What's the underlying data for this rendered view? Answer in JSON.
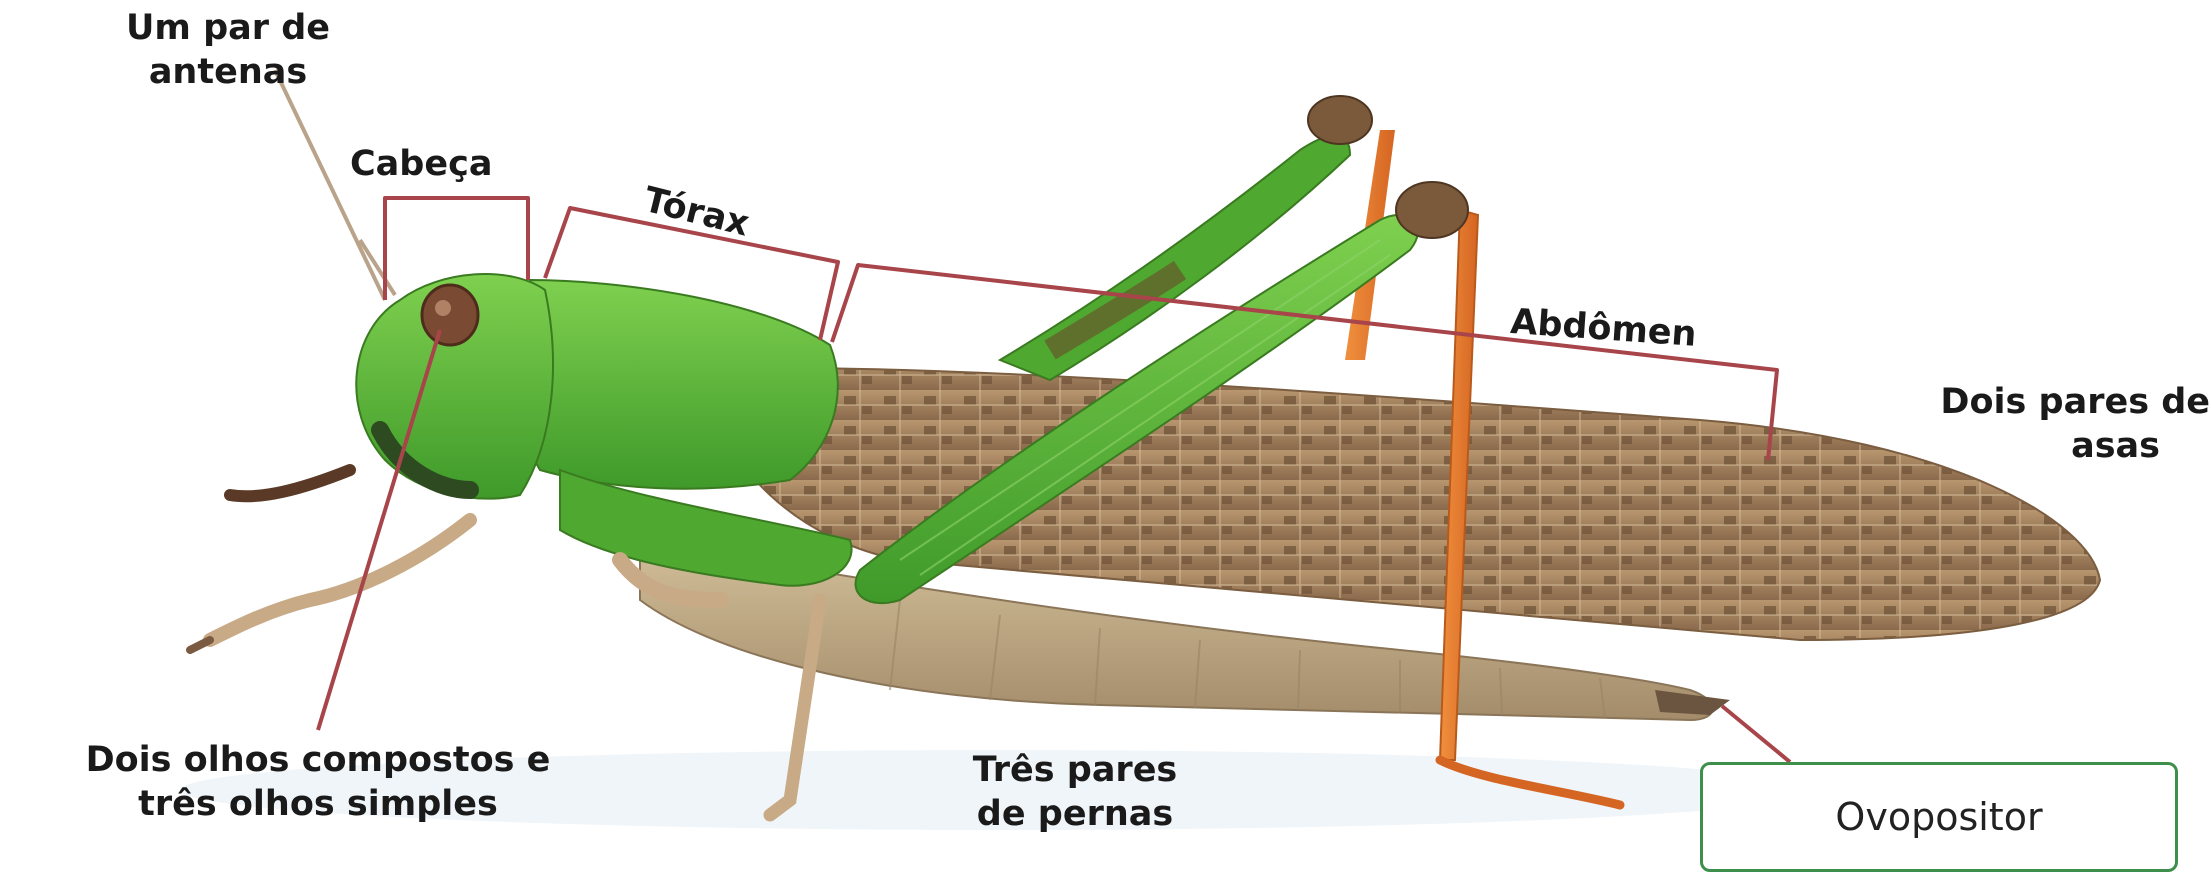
{
  "labels": {
    "antenas": [
      "Um par de",
      "antenas"
    ],
    "cabeca": "Cabeça",
    "torax": "Tórax",
    "abdomen": "Abdômen",
    "asas": [
      "Dois pares de",
      "asas"
    ],
    "olhos": [
      "Dois olhos compostos e",
      "três olhos simples"
    ],
    "pernas": [
      "Três pares",
      "de pernas"
    ],
    "ovopositor": "Ovopositor"
  },
  "colors": {
    "pointer_lines": "#a8454a",
    "box_border": "#3f8f4c",
    "body_green": "#5cb83a",
    "wing_brown": "#9b7a58",
    "leg_orange": "#e8792f"
  }
}
